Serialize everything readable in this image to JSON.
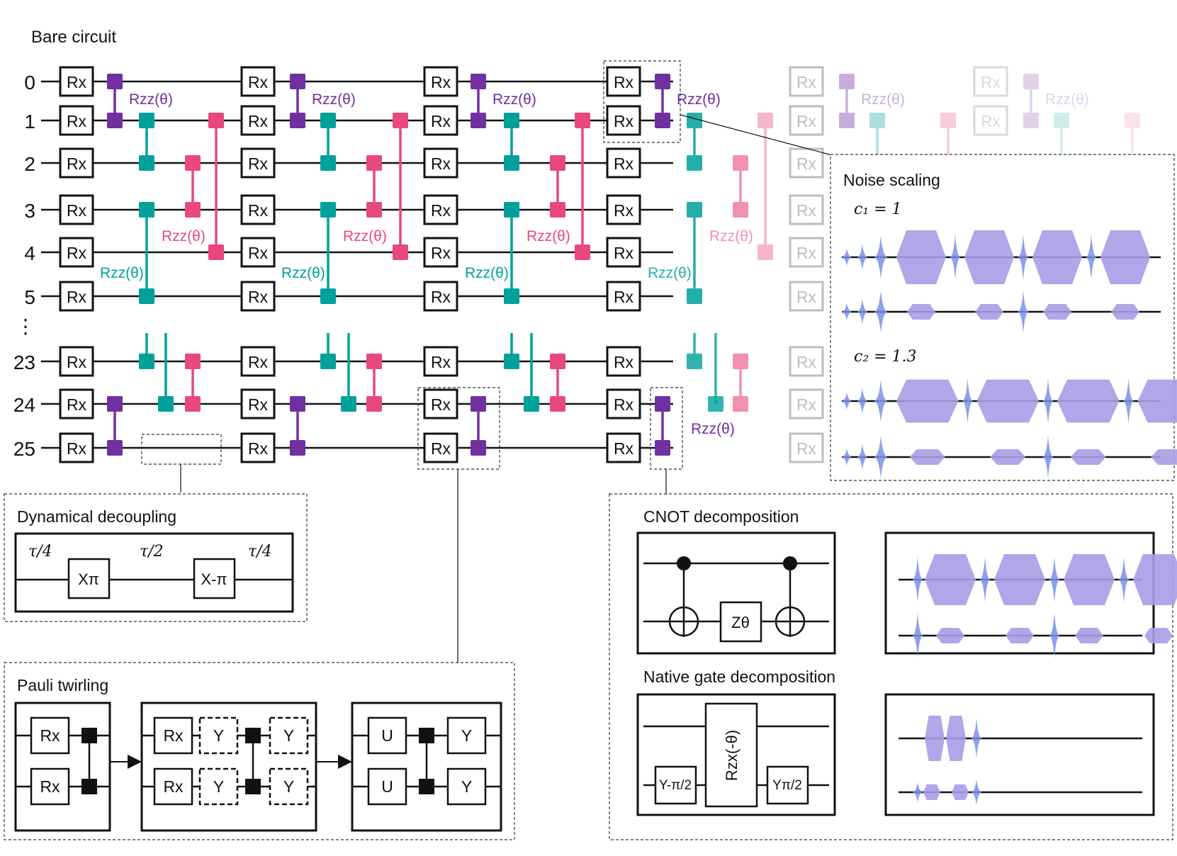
{
  "colors": {
    "purple": "#7030a0",
    "teal": "#00a19b",
    "pink": "#e8487c",
    "pulse_blue": "#7b8fe8",
    "pulse_violet": "#a99ce6",
    "wire": "#111111",
    "faded_wire": "#999999"
  },
  "circuit": {
    "title": "Bare circuit",
    "qubit_labels": [
      "0",
      "1",
      "2",
      "3",
      "4",
      "5",
      "⋮",
      "23",
      "24",
      "25"
    ],
    "gate_label": "Rx",
    "rzz_label": "Rzz(θ)"
  },
  "panels": {
    "dynamical_decoupling": {
      "title": "Dynamical decoupling",
      "tau1": "τ/4",
      "tau2": "τ/2",
      "tau3": "τ/4",
      "pulse1": "Xπ",
      "pulse2": "X-π"
    },
    "pauli_twirling": {
      "title": "Pauli twirling",
      "rx": "Rx",
      "y": "Y",
      "u": "U"
    },
    "noise_scaling": {
      "title": "Noise scaling",
      "c1": "c₁ = 1",
      "c2": "c₂ = 1.3"
    },
    "cnot_decomposition": {
      "title": "CNOT decomposition",
      "z": "Zθ"
    },
    "native_gate_decomposition": {
      "title": "Native gate decomposition",
      "rzx": "Rzx(-θ)",
      "ym": "Y-π/2",
      "yp": "Yπ/2"
    }
  }
}
